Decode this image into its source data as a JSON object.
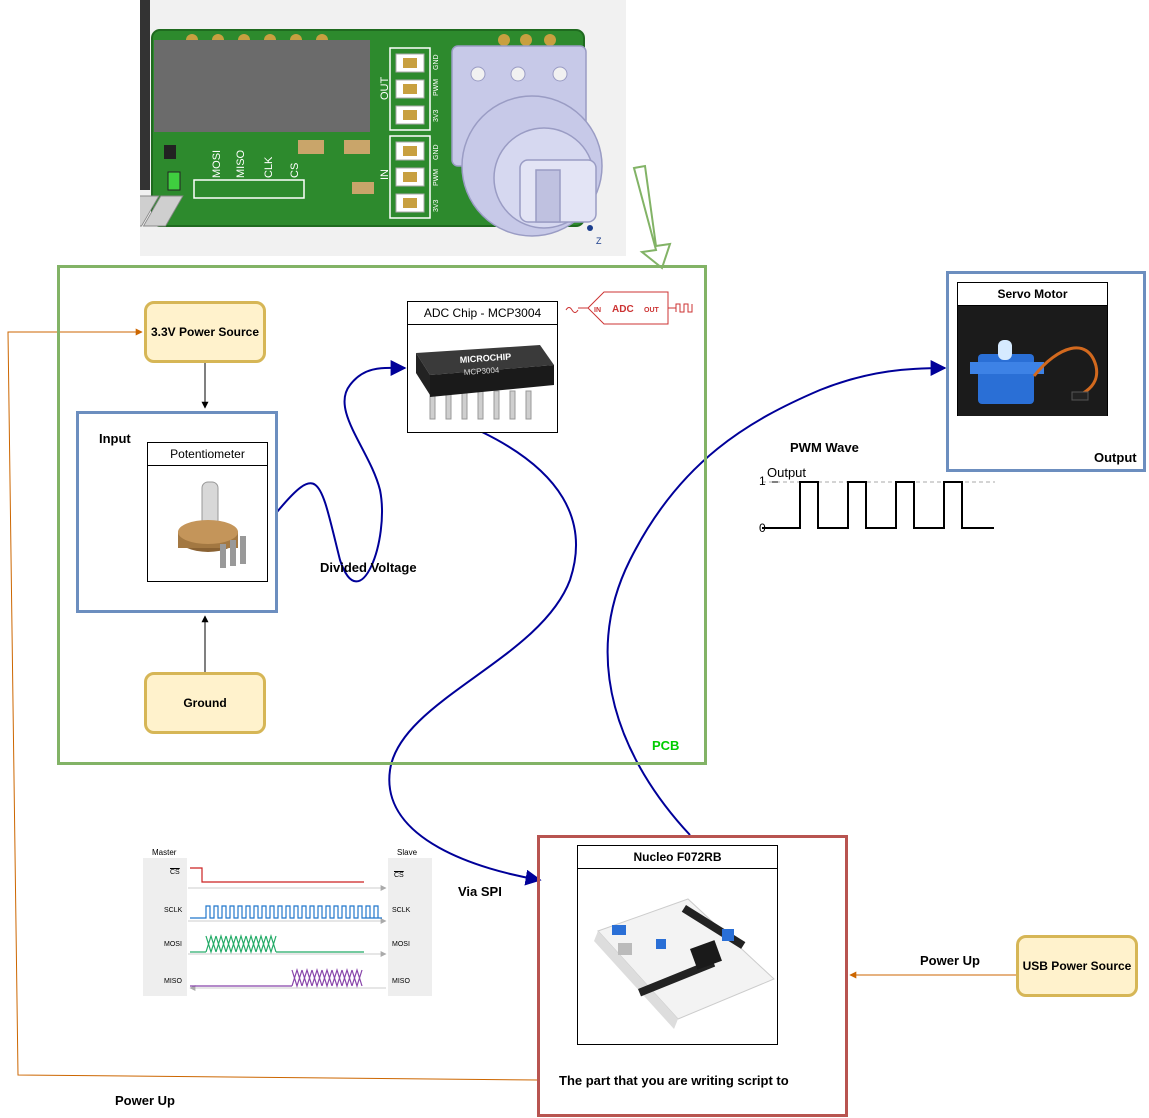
{
  "pcb_render": {
    "pin_labels": [
      "MOSI",
      "MISO",
      "CLK",
      "CS"
    ],
    "out_label": "OUT",
    "in_label": "IN",
    "header_pins_out": [
      "GND",
      "PWM",
      "3V3"
    ],
    "header_pins_in": [
      "GND",
      "PWM",
      "3V3"
    ],
    "axis_label": "Z"
  },
  "pcb": {
    "label": "PCB"
  },
  "power_33": {
    "label": "3.3V Power Source"
  },
  "ground": {
    "label": "Ground"
  },
  "input": {
    "label": "Input"
  },
  "potentiometer": {
    "title": "Potentiometer"
  },
  "divided_voltage": {
    "label": "Divided Voltage"
  },
  "adc": {
    "title": "ADC Chip - MCP3004",
    "chip_brand": "MICROCHIP",
    "chip_part": "MCP3004"
  },
  "adc_symbol": {
    "in": "IN",
    "center": "ADC",
    "out": "OUT"
  },
  "servo": {
    "title": "Servo Motor",
    "output_label": "Output"
  },
  "pwm": {
    "label": "PWM Wave",
    "legend": "Output",
    "y_high": "1",
    "y_low": "0"
  },
  "nucleo": {
    "title": "Nucleo F072RB",
    "caption": "The part that you are writing script to"
  },
  "usb_power": {
    "label": "USB Power Source"
  },
  "power_up_right": {
    "label": "Power Up"
  },
  "power_up_left": {
    "label": "Power Up"
  },
  "via_spi": {
    "label": "Via SPI"
  },
  "spi_timing": {
    "master": "Master",
    "slave": "Slave",
    "signals": [
      "CS",
      "SCLK",
      "MOSI",
      "MISO"
    ]
  },
  "colors": {
    "pcb_border": "#82b366",
    "input_border": "#6c8ebf",
    "servo_border": "#6c8ebf",
    "nucleo_border": "#b85450",
    "blue_wire": "#000099",
    "orange_wire": "#cc6600",
    "pcb_label": "#00cc00"
  }
}
